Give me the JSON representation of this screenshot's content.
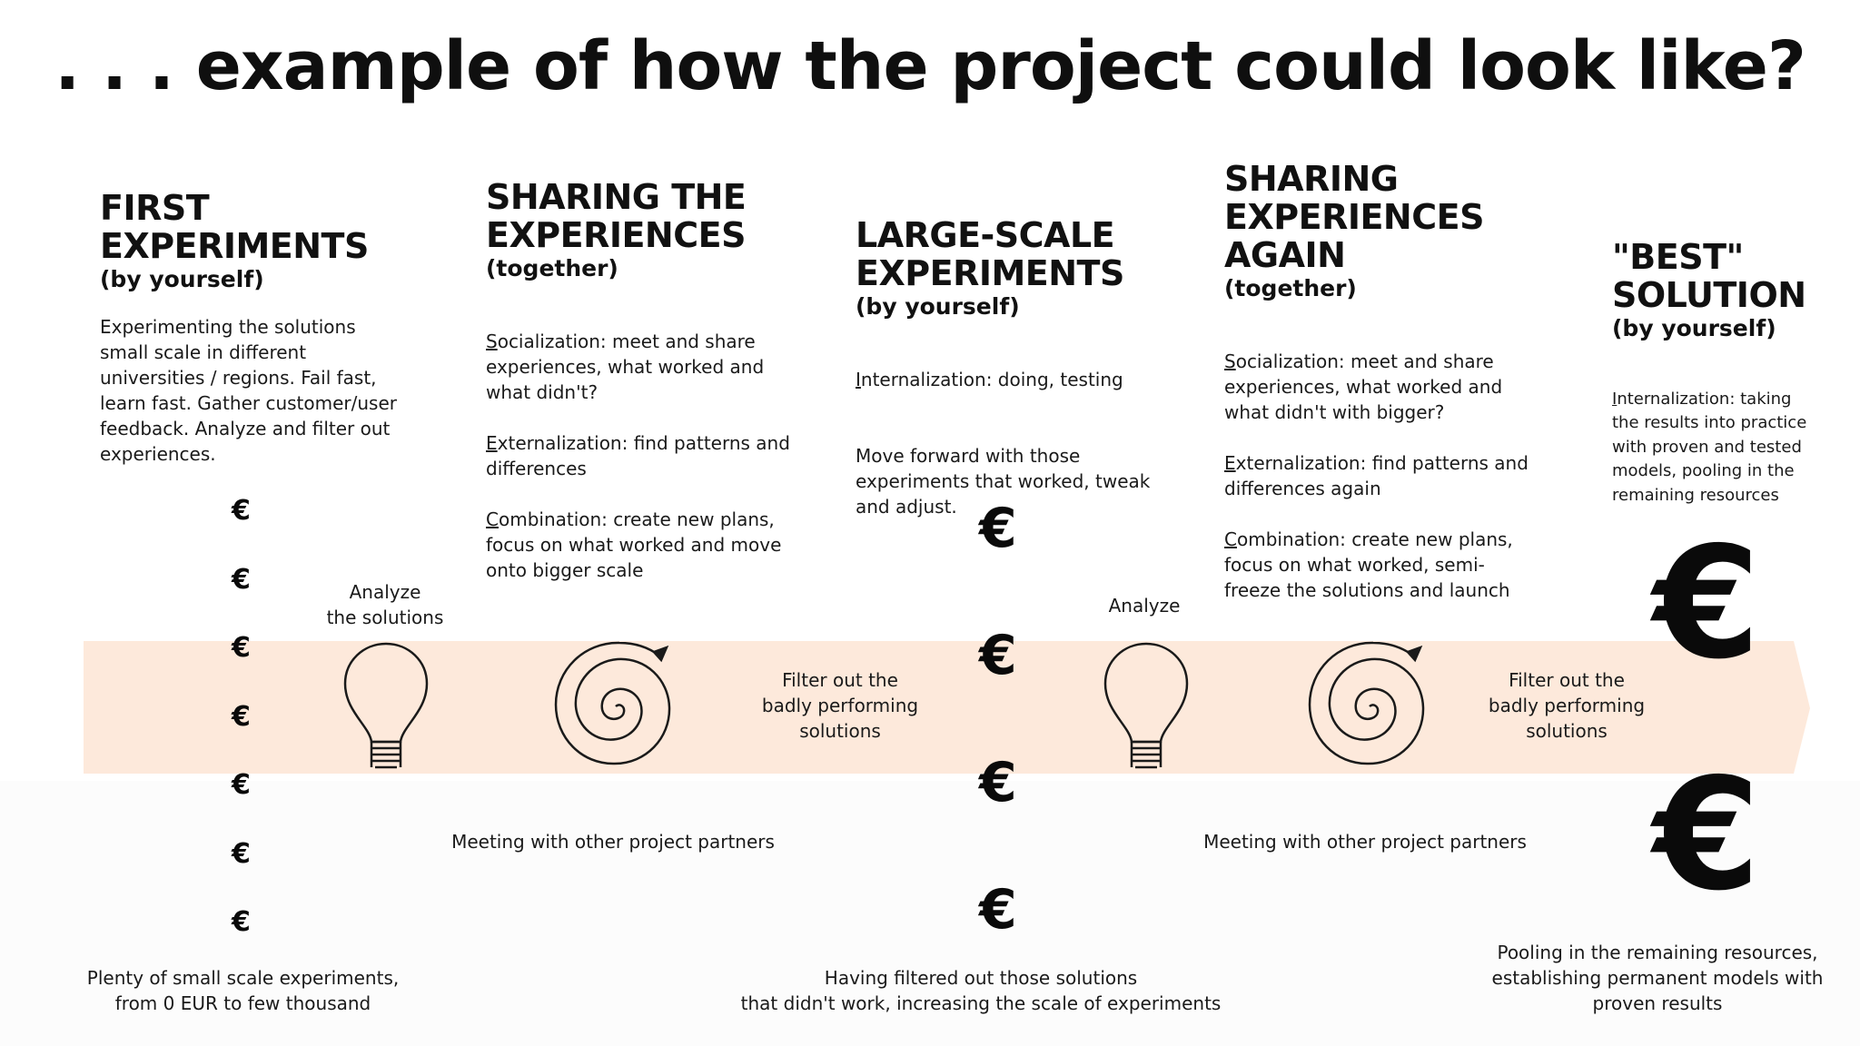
{
  "title": ". . . example of how the project could look like?",
  "colors": {
    "arrow": "#fde9db",
    "text": "#141414"
  },
  "phases": [
    {
      "title": "FIRST\nEXPERIMENTS",
      "subtitle": "(by yourself)",
      "description": "Experimenting the solutions\nsmall scale in different\nuniversities / regions. Fail fast,\nlearn fast. Gather customer/user\nfeedback. Analyze and filter out\nexperiences."
    },
    {
      "title": "SHARING THE\nEXPERIENCES",
      "subtitle": "(together)",
      "lines": [
        {
          "initial": "S",
          "rest": "ocialization: meet and share\nexperiences, what worked and\nwhat didn't?"
        },
        {
          "initial": "E",
          "rest": "xternalization: find patterns and\ndifferences"
        },
        {
          "initial": "C",
          "rest": "ombination: create new plans,\nfocus on what worked and move\nonto bigger scale"
        }
      ]
    },
    {
      "title": "LARGE-SCALE\nEXPERIMENTS",
      "subtitle": "(by yourself)",
      "line_initial": "I",
      "line_rest": "nternalization: doing, testing",
      "description": "Move forward with those\nexperiments that worked, tweak\nand adjust."
    },
    {
      "title": "SHARING\nEXPERIENCES\nAGAIN",
      "subtitle": "(together)",
      "lines": [
        {
          "initial": "S",
          "rest": "ocialization: meet and share\nexperiences, what worked and\nwhat didn't with bigger?"
        },
        {
          "initial": "E",
          "rest": "xternalization: find patterns and\ndifferences again"
        },
        {
          "initial": "C",
          "rest": "ombination: create new plans,\nfocus on what worked, semi-\nfreeze the solutions and launch"
        }
      ]
    },
    {
      "title": "\"BEST\"\nSOLUTION",
      "subtitle": "(by yourself)",
      "line_initial": "I",
      "line_rest": "nternalization: taking\nthe results into practice\nwith proven and tested\nmodels, pooling in the\nremaining resources"
    }
  ],
  "captions": {
    "analyze_1": "Analyze\nthe solutions",
    "analyze_2": "Analyze",
    "filter_1": "Filter out the\nbadly performing\nsolutions",
    "filter_2": "Filter out the\nbadly performing\nsolutions",
    "meeting_1": "Meeting with other project partners",
    "meeting_2": "Meeting with other project partners",
    "bottom_1": "Plenty of small scale experiments,\nfrom 0 EUR to few thousand",
    "bottom_2": "Having filtered out those solutions\nthat didn't work, increasing the scale of experiments",
    "bottom_3": "Pooling in the remaining resources,\nestablishing permanent models with\nproven results"
  },
  "euro_symbol": "€",
  "euro_counts": {
    "first": 7,
    "large_scale": 4,
    "best": 2
  },
  "icons": [
    "lightbulb-icon",
    "spiral-icon",
    "lightbulb-icon",
    "spiral-icon"
  ]
}
